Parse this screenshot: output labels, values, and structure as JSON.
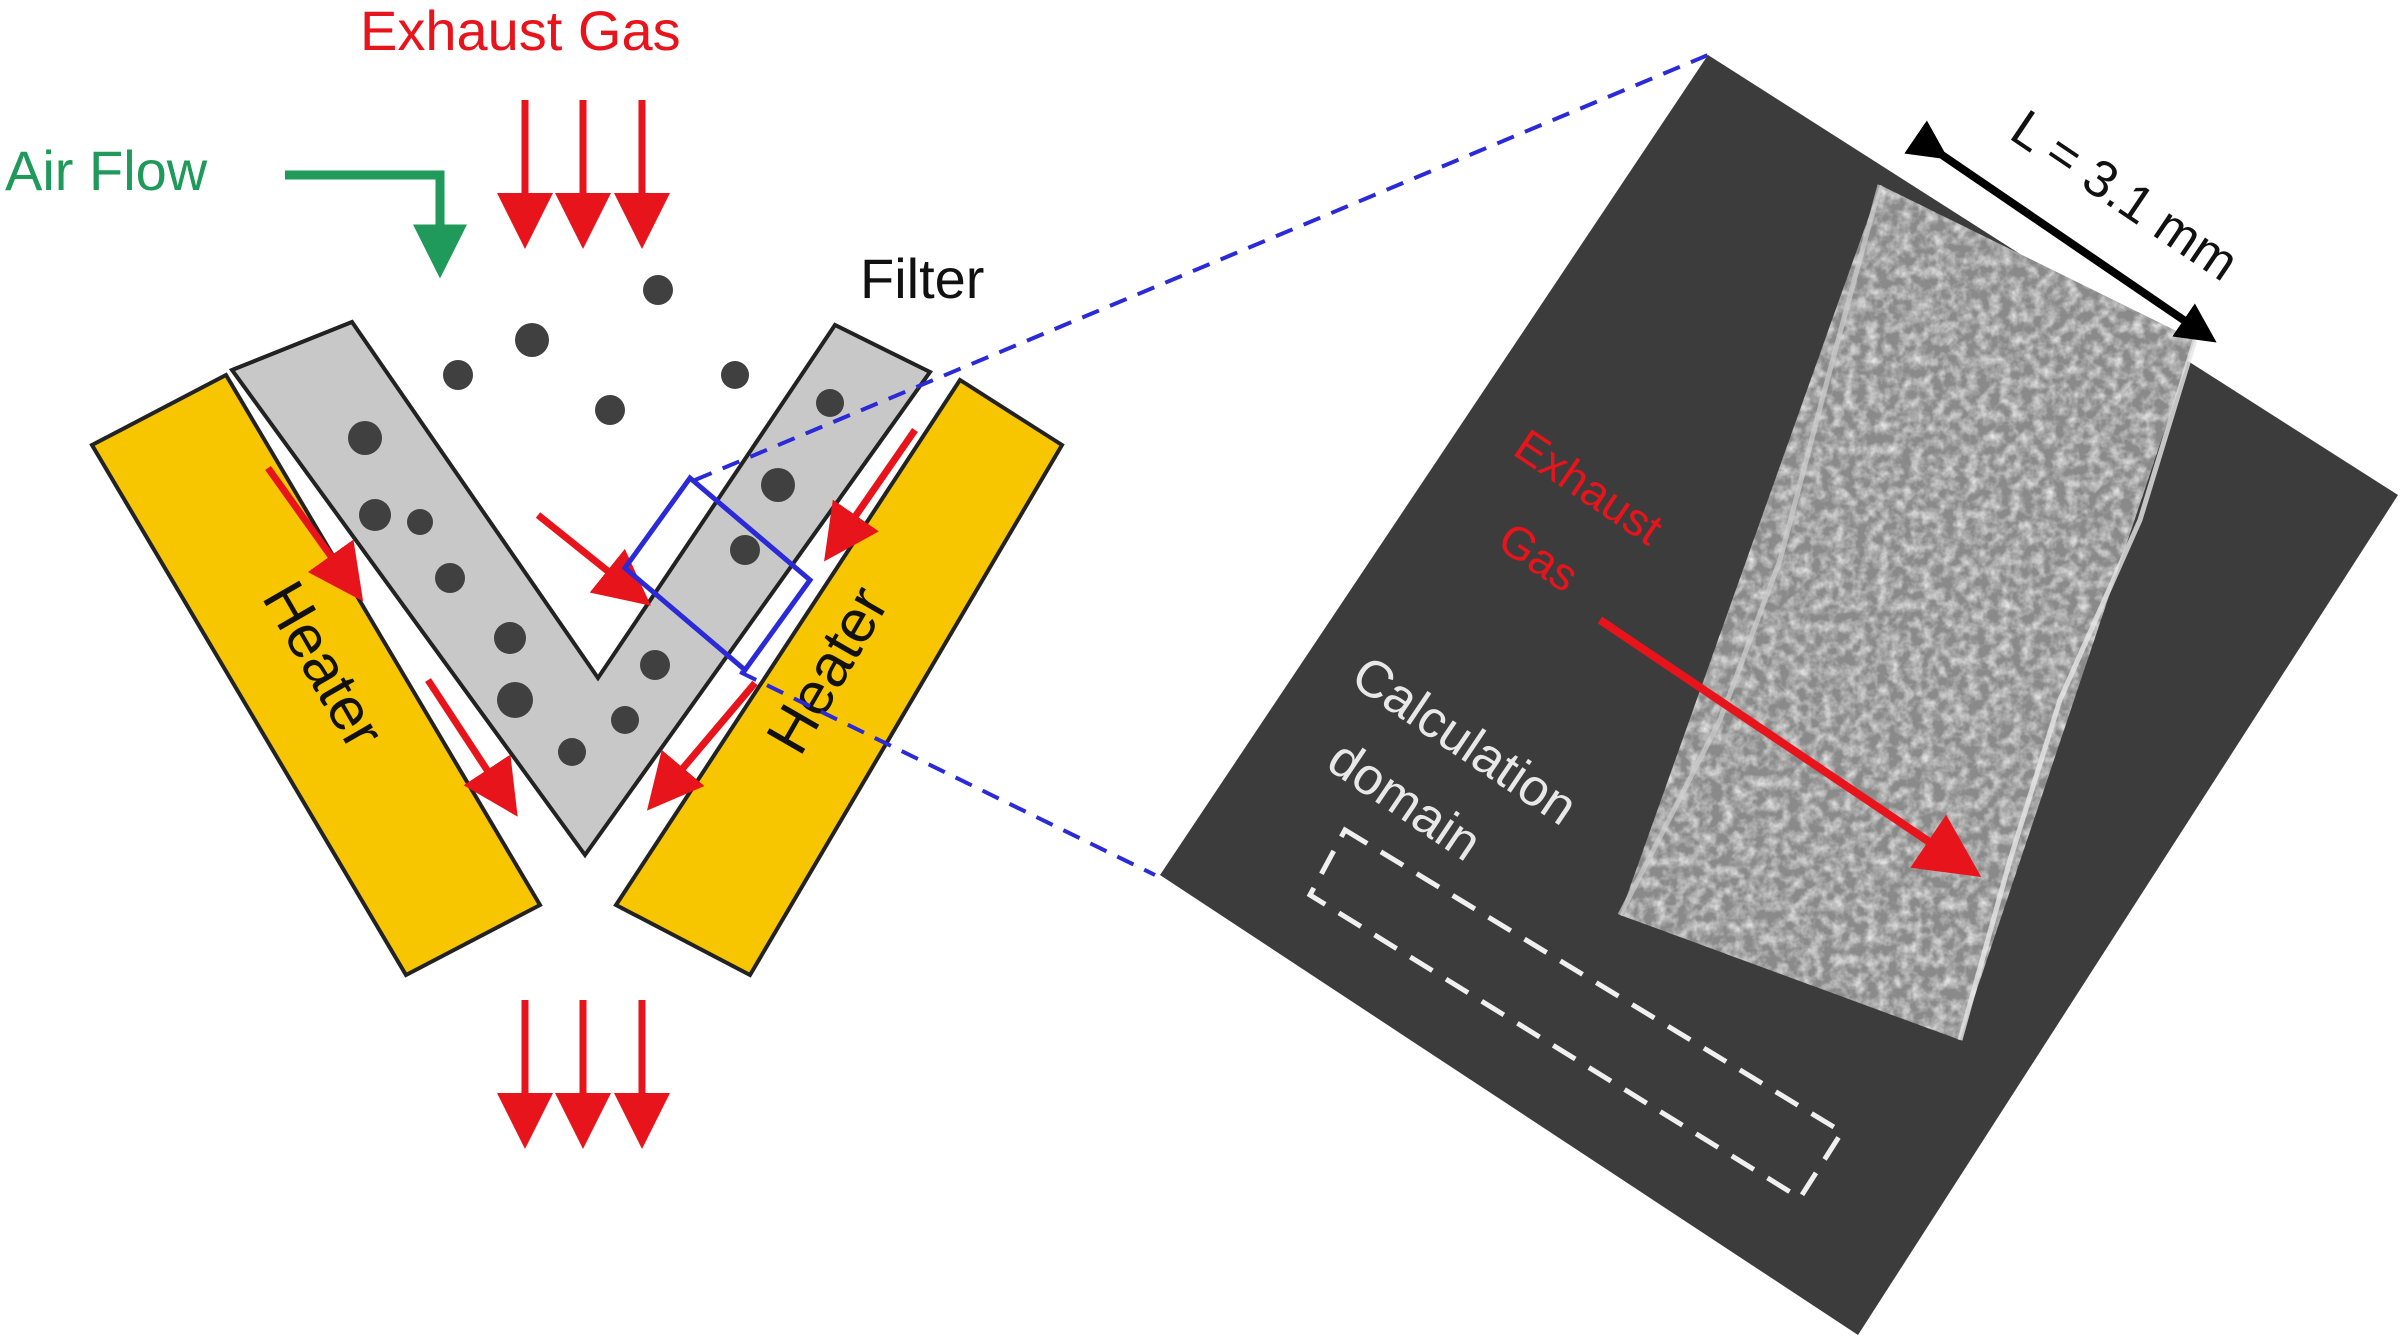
{
  "labels": {
    "exhaust_gas_top": "Exhaust Gas",
    "air_flow": "Air Flow",
    "filter": "Filter",
    "heater_left": "Heater",
    "heater_right": "Heater",
    "length": "L = 3.1 mm",
    "exhaust_gas_micro_line1": "Exhaust",
    "exhaust_gas_micro_line2": "Gas",
    "calc_domain_line1": "Calculation",
    "calc_domain_line2": "domain"
  },
  "colors": {
    "exhaust": "#e8141b",
    "air": "#1f9a5a",
    "heater_fill": "#f7c600",
    "filter_fill": "#c8c8c8",
    "particle": "#404040",
    "zoom_box": "#2a2ad8",
    "micro_bg": "#3c3c3c"
  }
}
